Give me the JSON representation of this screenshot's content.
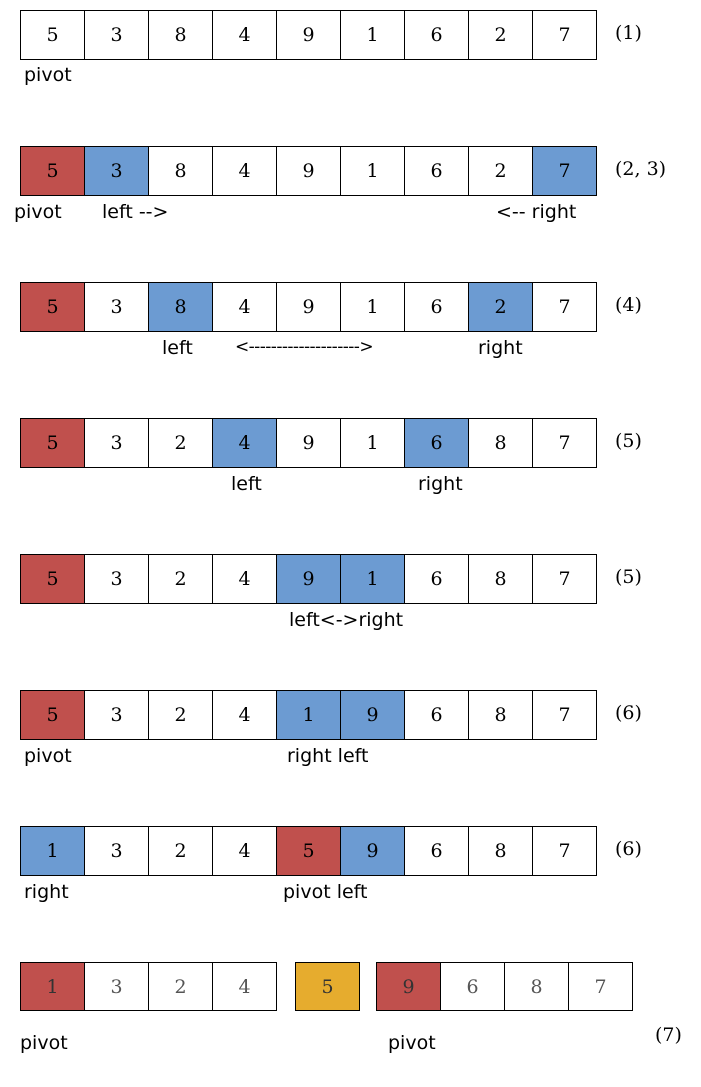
{
  "rows": [
    {
      "values": [
        "5",
        "3",
        "8",
        "4",
        "9",
        "1",
        "6",
        "2",
        "7"
      ],
      "step": "(1)",
      "labels": [
        "pivot"
      ]
    },
    {
      "values": [
        "5",
        "3",
        "8",
        "4",
        "9",
        "1",
        "6",
        "2",
        "7"
      ],
      "step": "(2, 3)",
      "labels": [
        "pivot",
        "left -->",
        "<-- right"
      ]
    },
    {
      "values": [
        "5",
        "3",
        "8",
        "4",
        "9",
        "1",
        "6",
        "2",
        "7"
      ],
      "step": "(4)",
      "labels": [
        "left",
        "<-------------------->",
        "right"
      ]
    },
    {
      "values": [
        "5",
        "3",
        "2",
        "4",
        "9",
        "1",
        "6",
        "8",
        "7"
      ],
      "step": "(5)",
      "labels": [
        "left",
        "right"
      ]
    },
    {
      "values": [
        "5",
        "3",
        "2",
        "4",
        "9",
        "1",
        "6",
        "8",
        "7"
      ],
      "step": "(5)",
      "labels": [
        "left<->right"
      ]
    },
    {
      "values": [
        "5",
        "3",
        "2",
        "4",
        "1",
        "9",
        "6",
        "8",
        "7"
      ],
      "step": "(6)",
      "labels": [
        "pivot",
        "right left"
      ]
    },
    {
      "values": [
        "1",
        "3",
        "2",
        "4",
        "5",
        "9",
        "6",
        "8",
        "7"
      ],
      "step": "(6)",
      "labels": [
        "right",
        "pivot left"
      ]
    }
  ],
  "final": {
    "left_values": [
      "1",
      "3",
      "2",
      "4"
    ],
    "center_value": "5",
    "right_values": [
      "9",
      "6",
      "8",
      "7"
    ],
    "step": "(7)",
    "labels": [
      "pivot",
      "pivot"
    ]
  },
  "colors": {
    "pivot": "#c0504d",
    "highlight": "#6c9bd2",
    "sorted_pivot": "#e6ac2e"
  }
}
